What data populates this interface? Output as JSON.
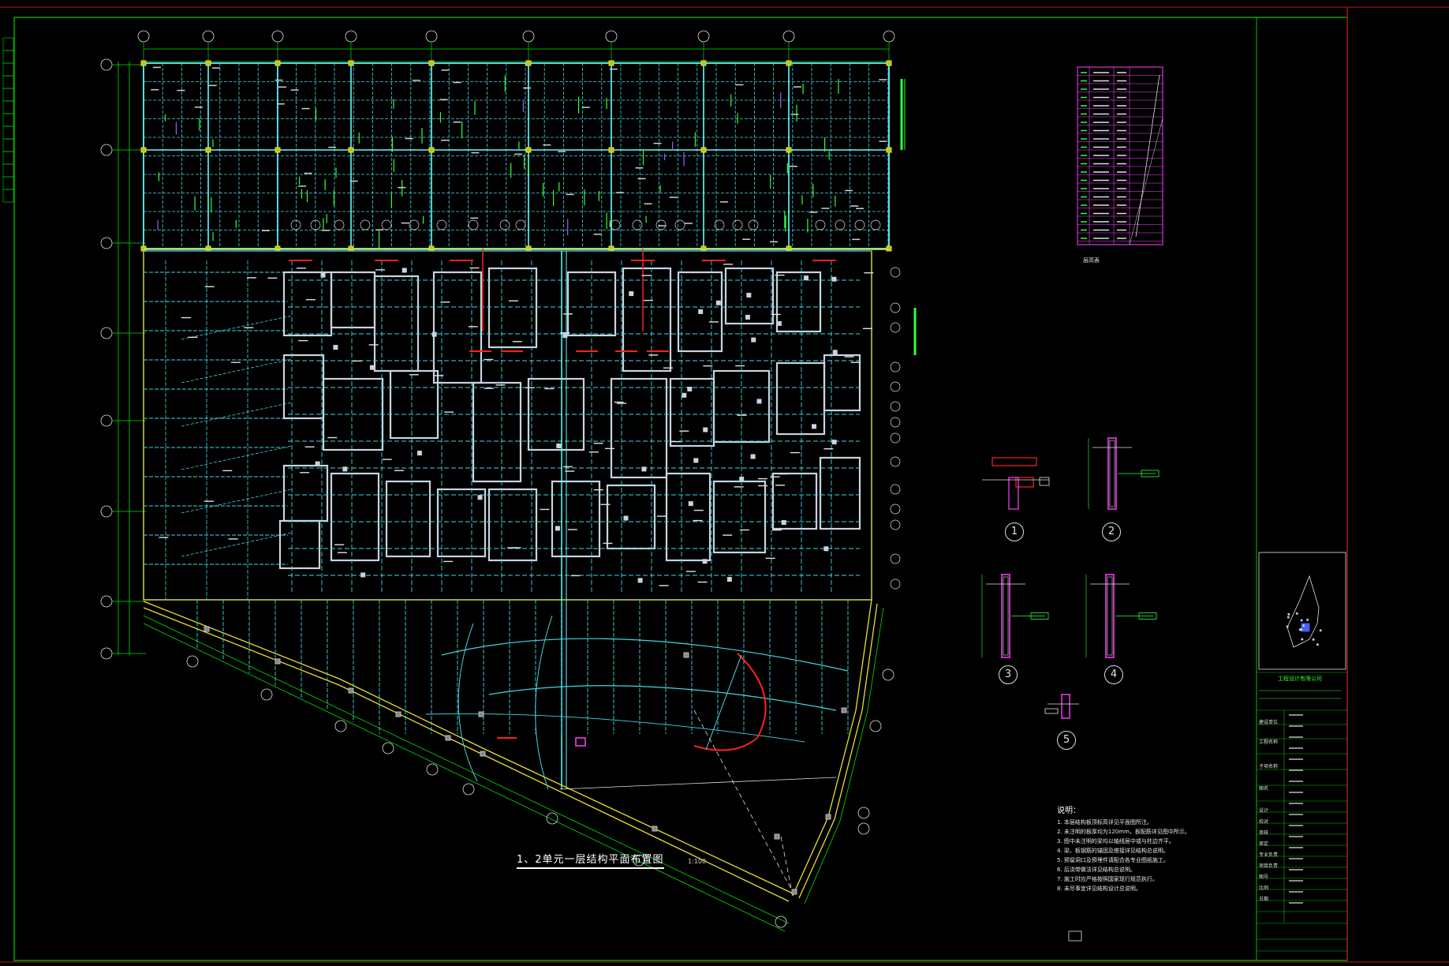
{
  "drawing": {
    "plan_title": "1、2单元一层结构平面布置图",
    "plan_scale": "1:100",
    "detail_callouts": [
      "1",
      "2",
      "3",
      "4",
      "5"
    ],
    "column_table_title": "层高表",
    "notes": {
      "heading": "说明：",
      "lines": [
        "1. 本层结构板顶标高详见平面图所注。",
        "2. 未注明的板厚均为120mm，板配筋详见图中所示。",
        "3. 图中未注明的梁均以轴线居中或与柱边齐平。",
        "4. 梁、板钢筋的锚固及搭接详见结构总说明。",
        "5. 预留洞口及预埋件请配合各专业图纸施工。",
        "6. 后浇带做法详见结构总说明。",
        "7. 施工时应严格按照国家现行规范执行。",
        "8. 未尽事宜详见结构设计总说明。"
      ]
    }
  },
  "title_block": {
    "company": "工程设计有限公司",
    "rows": [
      "建设单位",
      "工程名称",
      "子项名称",
      "图名",
      "设计",
      "校对",
      "审核",
      "审定",
      "专业负责",
      "项目负责",
      "图号",
      "比例",
      "日期"
    ]
  },
  "colors": {
    "background": "#000000",
    "frame": "#00c000",
    "grid": "#00e000",
    "beam": "#40d8e0",
    "wall": "#c8d4e0",
    "red": "#ff2020",
    "magenta": "#ff40ff",
    "yellow": "#e8e030",
    "text": "#e0e0e0"
  }
}
